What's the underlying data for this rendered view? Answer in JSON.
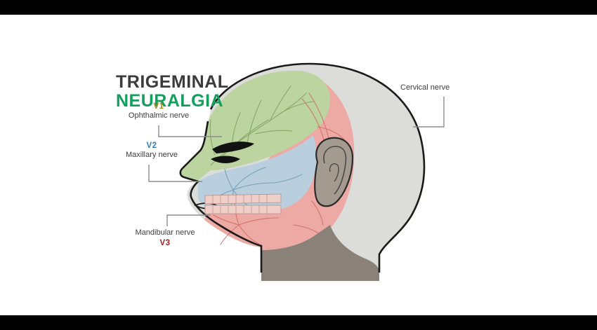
{
  "figure": {
    "title_line1": "TRIGEMINAL",
    "title_line2": "NEURALGIA",
    "background_color": "#ffffff",
    "letterbox_color": "#000000"
  },
  "branches": [
    {
      "code": "V1",
      "name": "Ophthalmic nerve",
      "code_color": "#a38b12",
      "region_color": "#bcd4a0",
      "region": "forehead-and-upper-face"
    },
    {
      "code": "V2",
      "name": "Maxillary nerve",
      "code_color": "#2b7fb8",
      "region_color": "#b9cfdd",
      "region": "mid-face-cheek-and-upper-jaw"
    },
    {
      "code": "V3",
      "name": "Mandibular nerve",
      "code_color": "#a32020",
      "region_color": "#eda9a4",
      "region": "lower-jaw-and-temple"
    }
  ],
  "other_labels": [
    {
      "name": "Cervical nerve",
      "color": "#3e3e3e",
      "region_color": "#dcdcda",
      "region": "back-of-head-and-neck"
    }
  ],
  "anatomy": {
    "skin_color": "#8a8279",
    "ear_color": "#a39a90",
    "outline_color": "#1a1a1a",
    "vessel_green": "#7fa05e",
    "vessel_blue": "#6f9ab5",
    "vessel_red": "#cf6a63",
    "teeth_color": "#f0cfc8"
  }
}
